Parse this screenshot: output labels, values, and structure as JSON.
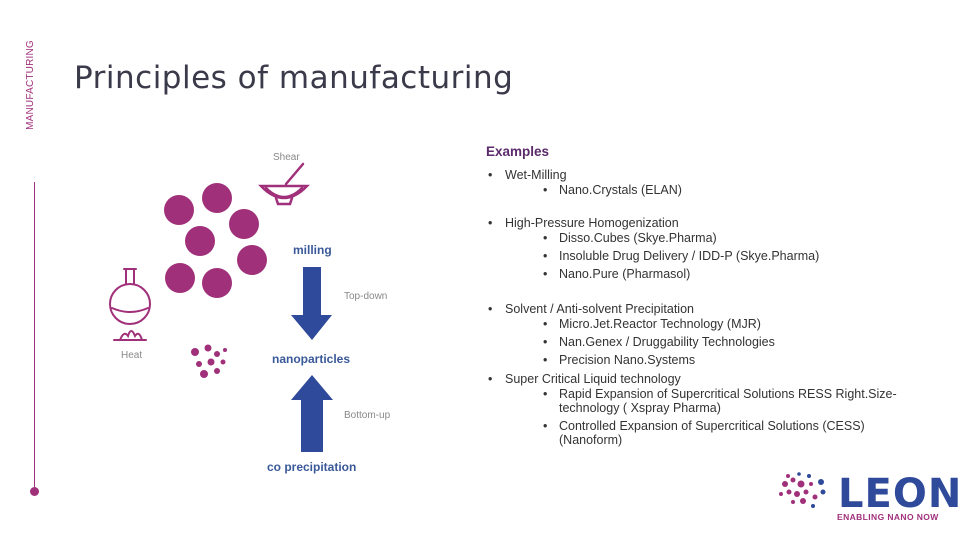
{
  "side": {
    "label": "MANUFACTURING"
  },
  "title": "Principles of manufacturing",
  "diagram": {
    "shear": "Shear",
    "milling": "milling",
    "top_down": "Top-down",
    "heat": "Heat",
    "nanoparticles": "nanoparticles",
    "bottom_up": "Bottom-up",
    "co_precipitation": "co precipitation",
    "colors": {
      "particle": "#a0307a",
      "arrow": "#2f4a9a"
    }
  },
  "examples": {
    "heading": "Examples",
    "groups": [
      {
        "label": "Wet-Milling",
        "items": [
          "Nano.Crystals (ELAN)"
        ]
      },
      {
        "label": "High-Pressure Homogenization",
        "items": [
          "Disso.Cubes (Skye.Pharma)",
          "Insoluble Drug Delivery / IDD-P (Skye.Pharma)",
          "Nano.Pure (Pharmasol)"
        ]
      },
      {
        "label": "Solvent / Anti-solvent Precipitation",
        "items": [
          "Micro.Jet.Reactor Technology (MJR)",
          "Nan.Genex / Druggability Technologies",
          "Precision Nano.Systems"
        ]
      },
      {
        "label": "Super Critical Liquid technology",
        "items": [
          "Rapid Expansion of Supercritical Solutions RESS Right.Size-technology ( Xspray Pharma)",
          "Controlled Expansion of Supercritical Solutions (CESS) (Nanoform)"
        ]
      }
    ]
  },
  "logo": {
    "name": "LEON",
    "tagline": "ENABLING NANO NOW",
    "colors": {
      "primary": "#2f4a9a",
      "accent": "#a0307a"
    }
  }
}
